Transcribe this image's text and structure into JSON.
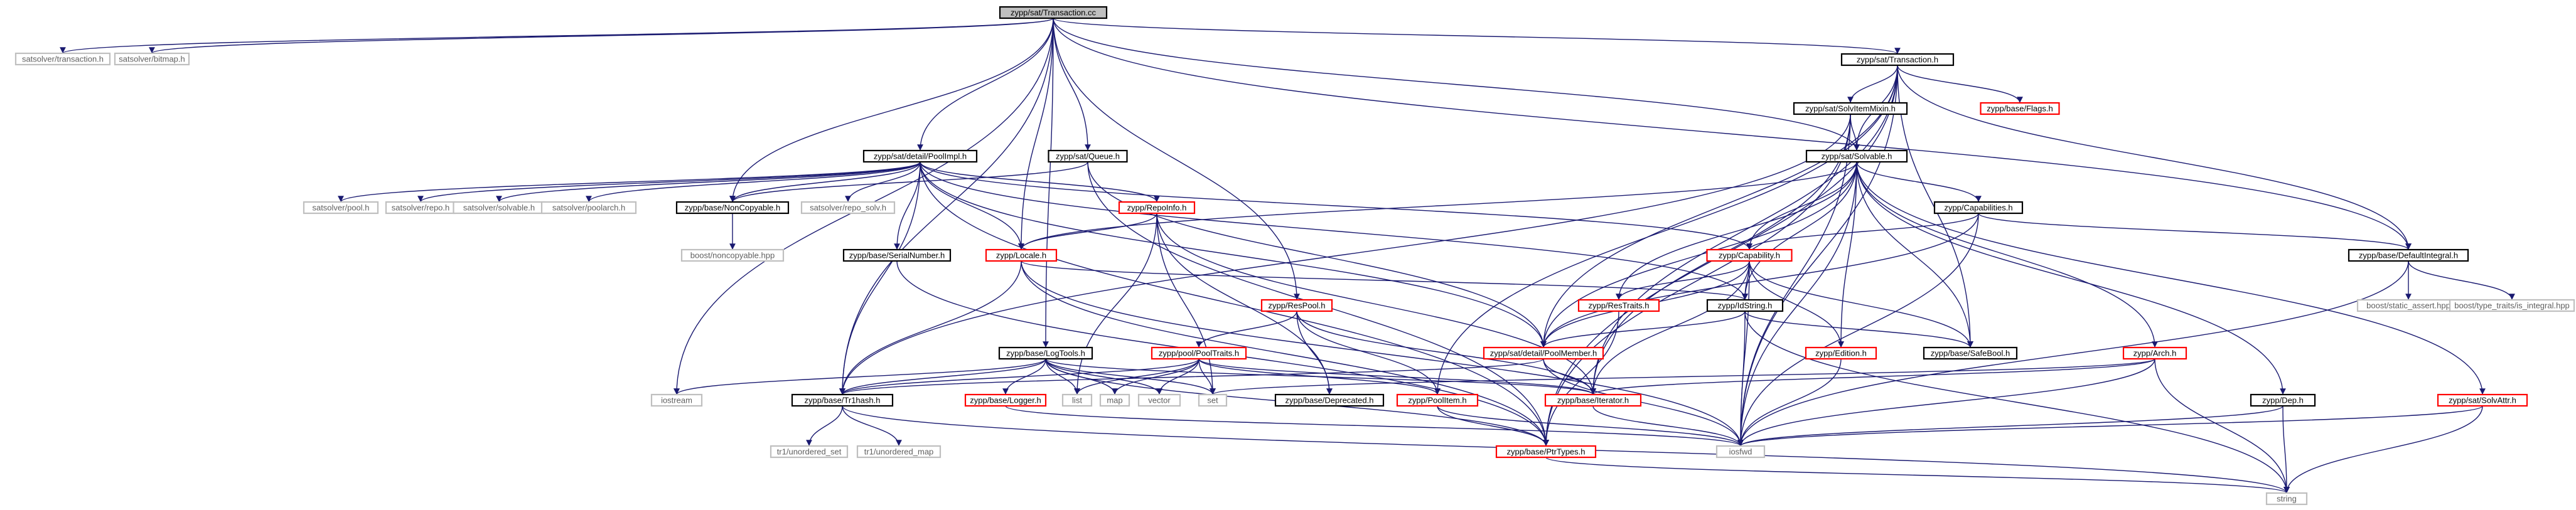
{
  "colors": {
    "edge": "#191970",
    "root_fill": "#bfbfbf",
    "red_border": "#ff0000",
    "external_border": "#bfbfbf",
    "external_text": "#606060"
  },
  "nodes": [
    {
      "id": "root",
      "label": "zypp/sat/Transaction.cc",
      "kind": "root"
    },
    {
      "id": "trans_h",
      "label": "satsolver/transaction.h",
      "kind": "external"
    },
    {
      "id": "bitmap_h",
      "label": "satsolver/bitmap.h",
      "kind": "external"
    },
    {
      "id": "sat_trans_h",
      "label": "zypp/sat/Transaction.h",
      "kind": "normal"
    },
    {
      "id": "base_flags",
      "label": "zypp/base/Flags.h",
      "kind": "red"
    },
    {
      "id": "solvitemixin",
      "label": "zypp/sat/SolvItemMixin.h",
      "kind": "normal"
    },
    {
      "id": "poolimpl",
      "label": "zypp/sat/detail/PoolImpl.h",
      "kind": "normal"
    },
    {
      "id": "queue",
      "label": "zypp/sat/Queue.h",
      "kind": "normal"
    },
    {
      "id": "solvable",
      "label": "zypp/sat/Solvable.h",
      "kind": "normal"
    },
    {
      "id": "sv_pool",
      "label": "satsolver/pool.h",
      "kind": "external"
    },
    {
      "id": "sv_repo",
      "label": "satsolver/repo.h",
      "kind": "external"
    },
    {
      "id": "sv_solvable",
      "label": "satsolver/solvable.h",
      "kind": "external"
    },
    {
      "id": "sv_poolarch",
      "label": "satsolver/poolarch.h",
      "kind": "external"
    },
    {
      "id": "noncopyable",
      "label": "zypp/base/NonCopyable.h",
      "kind": "normal"
    },
    {
      "id": "sv_repo_solv",
      "label": "satsolver/repo_solv.h",
      "kind": "external"
    },
    {
      "id": "repoinfo",
      "label": "zypp/RepoInfo.h",
      "kind": "red"
    },
    {
      "id": "capabilities",
      "label": "zypp/Capabilities.h",
      "kind": "normal"
    },
    {
      "id": "defaultintegral",
      "label": "zypp/base/DefaultIntegral.h",
      "kind": "normal"
    },
    {
      "id": "boost_nc",
      "label": "boost/noncopyable.hpp",
      "kind": "external"
    },
    {
      "id": "serialnumber",
      "label": "zypp/base/SerialNumber.h",
      "kind": "normal"
    },
    {
      "id": "locale",
      "label": "zypp/Locale.h",
      "kind": "red"
    },
    {
      "id": "capability",
      "label": "zypp/Capability.h",
      "kind": "red"
    },
    {
      "id": "boost_sa",
      "label": "boost/static_assert.hpp",
      "kind": "external"
    },
    {
      "id": "boost_ti",
      "label": "boost/type_traits/is_integral.hpp",
      "kind": "external"
    },
    {
      "id": "respool",
      "label": "zypp/ResPool.h",
      "kind": "red"
    },
    {
      "id": "restraits",
      "label": "zypp/ResTraits.h",
      "kind": "red"
    },
    {
      "id": "idstring",
      "label": "zypp/IdString.h",
      "kind": "normal"
    },
    {
      "id": "logtools",
      "label": "zypp/base/LogTools.h",
      "kind": "normal"
    },
    {
      "id": "pooltraits",
      "label": "zypp/pool/PoolTraits.h",
      "kind": "red"
    },
    {
      "id": "poolmember",
      "label": "zypp/sat/detail/PoolMember.h",
      "kind": "red"
    },
    {
      "id": "edition",
      "label": "zypp/Edition.h",
      "kind": "red"
    },
    {
      "id": "safebool",
      "label": "zypp/base/SafeBool.h",
      "kind": "normal"
    },
    {
      "id": "arch",
      "label": "zypp/Arch.h",
      "kind": "red"
    },
    {
      "id": "iostream",
      "label": "iostream",
      "kind": "external"
    },
    {
      "id": "trhash",
      "label": "zypp/base/Tr1hash.h",
      "kind": "normal"
    },
    {
      "id": "list",
      "label": "list",
      "kind": "external"
    },
    {
      "id": "map",
      "label": "map",
      "kind": "external"
    },
    {
      "id": "vector",
      "label": "vector",
      "kind": "external"
    },
    {
      "id": "set",
      "label": "set",
      "kind": "external"
    },
    {
      "id": "logger",
      "label": "zypp/base/Logger.h",
      "kind": "red"
    },
    {
      "id": "deprecated",
      "label": "zypp/base/Deprecated.h",
      "kind": "normal"
    },
    {
      "id": "poolitem",
      "label": "zypp/PoolItem.h",
      "kind": "red"
    },
    {
      "id": "iterator",
      "label": "zypp/base/Iterator.h",
      "kind": "red"
    },
    {
      "id": "dep",
      "label": "zypp/Dep.h",
      "kind": "normal"
    },
    {
      "id": "solvattr",
      "label": "zypp/sat/SolvAttr.h",
      "kind": "red"
    },
    {
      "id": "tr1_uset",
      "label": "tr1/unordered_set",
      "kind": "external"
    },
    {
      "id": "tr1_umap",
      "label": "tr1/unordered_map",
      "kind": "external"
    },
    {
      "id": "iosfwd",
      "label": "iosfwd",
      "kind": "external"
    },
    {
      "id": "ptrtypes",
      "label": "zypp/base/PtrTypes.h",
      "kind": "red"
    },
    {
      "id": "string",
      "label": "string",
      "kind": "external"
    }
  ],
  "edges": [
    [
      "root",
      "trans_h"
    ],
    [
      "root",
      "bitmap_h"
    ],
    [
      "root",
      "sat_trans_h"
    ],
    [
      "root",
      "poolimpl"
    ],
    [
      "root",
      "queue"
    ],
    [
      "root",
      "noncopyable"
    ],
    [
      "root",
      "solvable"
    ],
    [
      "root",
      "locale"
    ],
    [
      "root",
      "respool"
    ],
    [
      "root",
      "logtools"
    ],
    [
      "root",
      "trhash"
    ],
    [
      "root",
      "iostream"
    ],
    [
      "root",
      "defaultintegral"
    ],
    [
      "sat_trans_h",
      "base_flags"
    ],
    [
      "sat_trans_h",
      "solvitemixin"
    ],
    [
      "sat_trans_h",
      "solvable"
    ],
    [
      "sat_trans_h",
      "defaultintegral"
    ],
    [
      "sat_trans_h",
      "poolitem"
    ],
    [
      "sat_trans_h",
      "poolmember"
    ],
    [
      "sat_trans_h",
      "iterator"
    ],
    [
      "sat_trans_h",
      "safebool"
    ],
    [
      "sat_trans_h",
      "ptrtypes"
    ],
    [
      "sat_trans_h",
      "iosfwd"
    ],
    [
      "solvitemixin",
      "solvable"
    ],
    [
      "solvitemixin",
      "trhash"
    ],
    [
      "solvitemixin",
      "iterator"
    ],
    [
      "solvitemixin",
      "iosfwd"
    ],
    [
      "solvitemixin",
      "ptrtypes"
    ],
    [
      "poolimpl",
      "sv_pool"
    ],
    [
      "poolimpl",
      "sv_repo"
    ],
    [
      "poolimpl",
      "sv_solvable"
    ],
    [
      "poolimpl",
      "sv_poolarch"
    ],
    [
      "poolimpl",
      "sv_repo_solv"
    ],
    [
      "poolimpl",
      "noncopyable"
    ],
    [
      "poolimpl",
      "repoinfo"
    ],
    [
      "poolimpl",
      "serialnumber"
    ],
    [
      "poolimpl",
      "locale"
    ],
    [
      "poolimpl",
      "capability"
    ],
    [
      "poolimpl",
      "idstring"
    ],
    [
      "poolimpl",
      "poolmember"
    ],
    [
      "poolimpl",
      "trhash"
    ],
    [
      "poolimpl",
      "ptrtypes"
    ],
    [
      "queue",
      "noncopyable"
    ],
    [
      "queue",
      "poolmember"
    ],
    [
      "queue",
      "ptrtypes"
    ],
    [
      "solvable",
      "locale"
    ],
    [
      "solvable",
      "capabilities"
    ],
    [
      "solvable",
      "capability"
    ],
    [
      "solvable",
      "restraits"
    ],
    [
      "solvable",
      "idstring"
    ],
    [
      "solvable",
      "edition"
    ],
    [
      "solvable",
      "safebool"
    ],
    [
      "solvable",
      "arch"
    ],
    [
      "solvable",
      "dep"
    ],
    [
      "solvable",
      "solvattr"
    ],
    [
      "solvable",
      "poolmember"
    ],
    [
      "solvable",
      "iosfwd"
    ],
    [
      "capabilities",
      "capability"
    ],
    [
      "capabilities",
      "defaultintegral"
    ],
    [
      "capabilities",
      "poolmember"
    ],
    [
      "capabilities",
      "iosfwd"
    ],
    [
      "defaultintegral",
      "boost_sa"
    ],
    [
      "defaultintegral",
      "boost_ti"
    ],
    [
      "defaultintegral",
      "iosfwd"
    ],
    [
      "noncopyable",
      "boost_nc"
    ],
    [
      "serialnumber",
      "ptrtypes"
    ],
    [
      "repoinfo",
      "locale"
    ],
    [
      "repoinfo",
      "deprecated"
    ],
    [
      "repoinfo",
      "iterator"
    ],
    [
      "repoinfo",
      "set"
    ],
    [
      "repoinfo",
      "list"
    ],
    [
      "locale",
      "idstring"
    ],
    [
      "locale",
      "trhash"
    ],
    [
      "locale",
      "ptrtypes"
    ],
    [
      "locale",
      "iosfwd"
    ],
    [
      "capability",
      "restraits"
    ],
    [
      "capability",
      "idstring"
    ],
    [
      "capability",
      "edition"
    ],
    [
      "capability",
      "safebool"
    ],
    [
      "capability",
      "poolmember"
    ],
    [
      "capability",
      "iosfwd"
    ],
    [
      "capability",
      "iterator"
    ],
    [
      "respool",
      "pooltraits"
    ],
    [
      "respool",
      "poolitem"
    ],
    [
      "respool",
      "deprecated"
    ],
    [
      "respool",
      "iterator"
    ],
    [
      "restraits",
      "ptrtypes"
    ],
    [
      "idstring",
      "safebool"
    ],
    [
      "idstring",
      "iosfwd"
    ],
    [
      "idstring",
      "string"
    ],
    [
      "idstring",
      "poolmember"
    ],
    [
      "logtools",
      "iostream"
    ],
    [
      "logtools",
      "list"
    ],
    [
      "logtools",
      "map"
    ],
    [
      "logtools",
      "vector"
    ],
    [
      "logtools",
      "set"
    ],
    [
      "logtools",
      "logger"
    ],
    [
      "logtools",
      "iterator"
    ],
    [
      "logtools",
      "trhash"
    ],
    [
      "logtools",
      "ptrtypes"
    ],
    [
      "pooltraits",
      "list"
    ],
    [
      "pooltraits",
      "map"
    ],
    [
      "pooltraits",
      "set"
    ],
    [
      "pooltraits",
      "vector"
    ],
    [
      "pooltraits",
      "poolitem"
    ],
    [
      "pooltraits",
      "trhash"
    ],
    [
      "pooltraits",
      "iterator"
    ],
    [
      "poolmember",
      "trhash"
    ],
    [
      "poolmember",
      "iterator"
    ],
    [
      "poolmember",
      "iosfwd"
    ],
    [
      "edition",
      "iosfwd"
    ],
    [
      "arch",
      "iterator"
    ],
    [
      "arch",
      "set"
    ],
    [
      "arch",
      "iosfwd"
    ],
    [
      "arch",
      "string"
    ],
    [
      "trhash",
      "tr1_uset"
    ],
    [
      "trhash",
      "tr1_umap"
    ],
    [
      "trhash",
      "string"
    ],
    [
      "logger",
      "iosfwd"
    ],
    [
      "poolitem",
      "ptrtypes"
    ],
    [
      "poolitem",
      "iosfwd"
    ],
    [
      "iterator",
      "iosfwd"
    ],
    [
      "dep",
      "iosfwd"
    ],
    [
      "dep",
      "string"
    ],
    [
      "solvattr",
      "iosfwd"
    ],
    [
      "solvattr",
      "string"
    ],
    [
      "ptrtypes",
      "string"
    ]
  ]
}
